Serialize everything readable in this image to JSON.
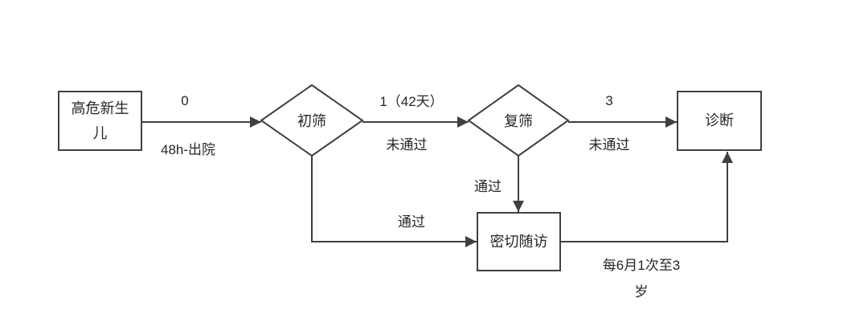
{
  "nodes": {
    "high_risk_newborn": {
      "label": "高危新生儿"
    },
    "initial_screening": {
      "label": "初筛"
    },
    "rescreening": {
      "label": "复筛"
    },
    "diagnosis": {
      "label": "诊断"
    },
    "close_followup": {
      "label": "密切随访"
    }
  },
  "edges": {
    "newborn_to_initial": {
      "top_label": "0",
      "bottom_label": "48h-出院"
    },
    "initial_to_rescreen": {
      "top_label": "1（42天）",
      "bottom_label": "未通过"
    },
    "rescreen_to_diagnosis": {
      "top_label": "3",
      "bottom_label": "未通过"
    },
    "rescreen_to_followup": {
      "label": "通过"
    },
    "initial_to_followup": {
      "label": "通过"
    },
    "followup_to_diagnosis": {
      "label_lines": [
        "每6月1次至3",
        "岁"
      ]
    }
  },
  "colors": {
    "stroke": "#404040",
    "text": "#262626",
    "node_fill": "#ffffff",
    "background": "#ffffff"
  }
}
